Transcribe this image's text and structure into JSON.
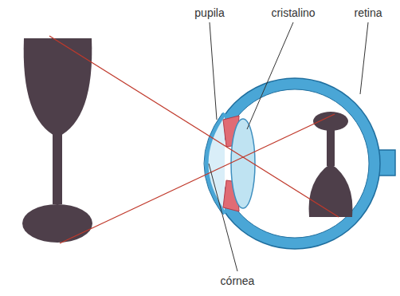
{
  "diagram": {
    "labels": [
      "pupila",
      "cristalino",
      "retina",
      "córnea"
    ]
  }
}
